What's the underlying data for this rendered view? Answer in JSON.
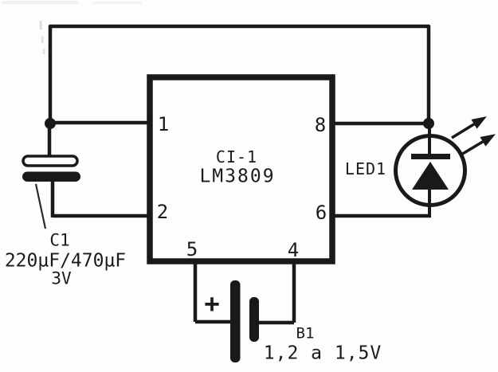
{
  "schematic": {
    "colors": {
      "ink": "#191919",
      "paper": "#fdfdfd"
    },
    "ic": {
      "ref": "CI-1",
      "part": "LM3809",
      "pin1": "1",
      "pin2": "2",
      "pin4": "4",
      "pin5": "5",
      "pin6": "6",
      "pin8": "8"
    },
    "capacitor": {
      "ref": "C1",
      "value": "220µF/470µF",
      "voltage": "3V"
    },
    "led": {
      "ref": "LED1"
    },
    "battery": {
      "ref": "B1",
      "range": "1,2 a 1,5V",
      "polarity": "+"
    }
  }
}
